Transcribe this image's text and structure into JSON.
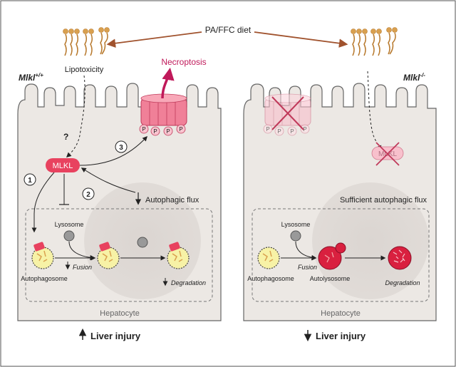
{
  "diet_label": "PA/FFC diet",
  "left_panel": {
    "genotype": "Mlkl",
    "genotype_sup": "+/+",
    "lipotoxicity": "Lipotoxicity",
    "question_mark": "?",
    "mlkl": "MLKL",
    "necroptosis": "Necroptosis",
    "step1": "1",
    "step2": "2",
    "step3": "3",
    "autophagic_flux": "Autophagic flux",
    "lysosome": "Lysosome",
    "fusion": "Fusion",
    "autophagosome": "Autophagosome",
    "degradation": "Degradation",
    "hepatocyte": "Hepatocyte",
    "outcome": "Liver injury",
    "outcome_direction": "up"
  },
  "right_panel": {
    "genotype": "Mlkl",
    "genotype_sup": "-/-",
    "mlkl": "MLKL",
    "sufficient_flux": "Sufficient autophagic flux",
    "lysosome": "Lysosome",
    "fusion": "Fusion",
    "autophagosome": "Autophagosome",
    "autolysosome": "Autolysosome",
    "degradation": "Degradation",
    "hepatocyte": "Hepatocyte",
    "outcome": "Liver injury",
    "outcome_direction": "down"
  },
  "phospho_label": "P",
  "colors": {
    "mlkl_red": "#e8425f",
    "necro_text": "#c0195a",
    "arrow_brown": "#a0522d",
    "cell_fill": "#ece8e4",
    "vesicle_yellow": "#f7f2a6",
    "lysosome_red": "#d9203f"
  }
}
